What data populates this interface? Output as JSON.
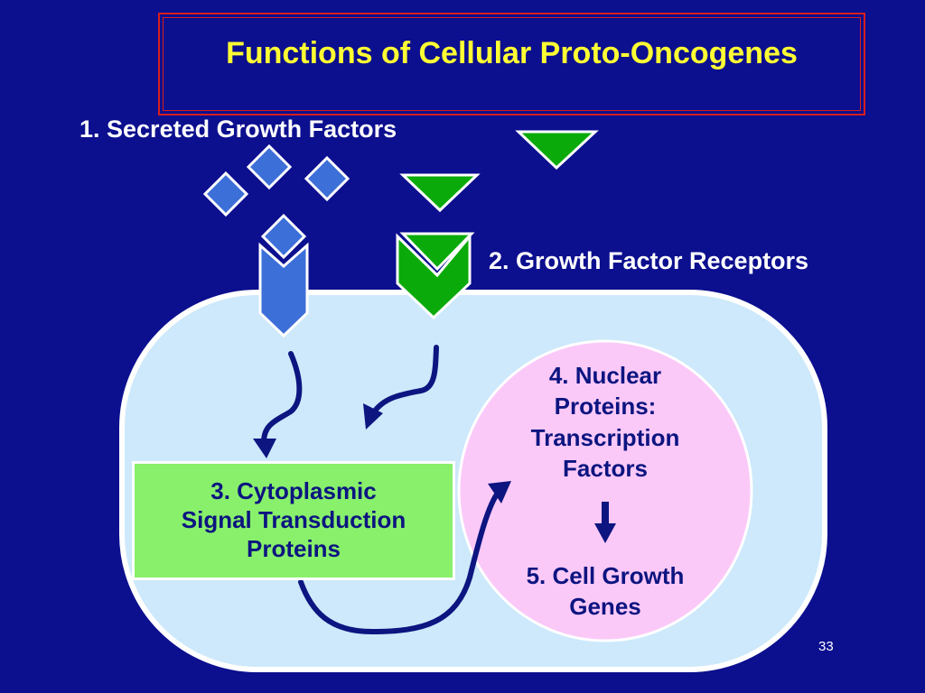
{
  "slide": {
    "title": "Functions of Cellular Proto-Oncogenes",
    "page_number": "33"
  },
  "labels": {
    "secreted_growth_factors": "1. Secreted Growth Factors",
    "growth_factor_receptors": "2. Growth Factor Receptors",
    "cytoplasmic": {
      "line1": "3. Cytoplasmic",
      "line2": "Signal Transduction",
      "line3": "Proteins"
    },
    "nuclear": {
      "line1": "4. Nuclear",
      "line2": "Proteins:",
      "line3": "Transcription",
      "line4": "Factors"
    },
    "genes": {
      "line1": "5. Cell Growth",
      "line2": "Genes"
    }
  },
  "colors": {
    "background": "#0c0f8e",
    "title_text": "#ffff33",
    "title_border": "#d81e1e",
    "cell": "#cde9fb",
    "nucleus": "#fbc9f8",
    "cytoplasmic_box": "#88f06a",
    "blue_growth_factor": "#3d6fd8",
    "green_growth_factor": "#0aaa0a",
    "arrow": "#0c1580"
  }
}
